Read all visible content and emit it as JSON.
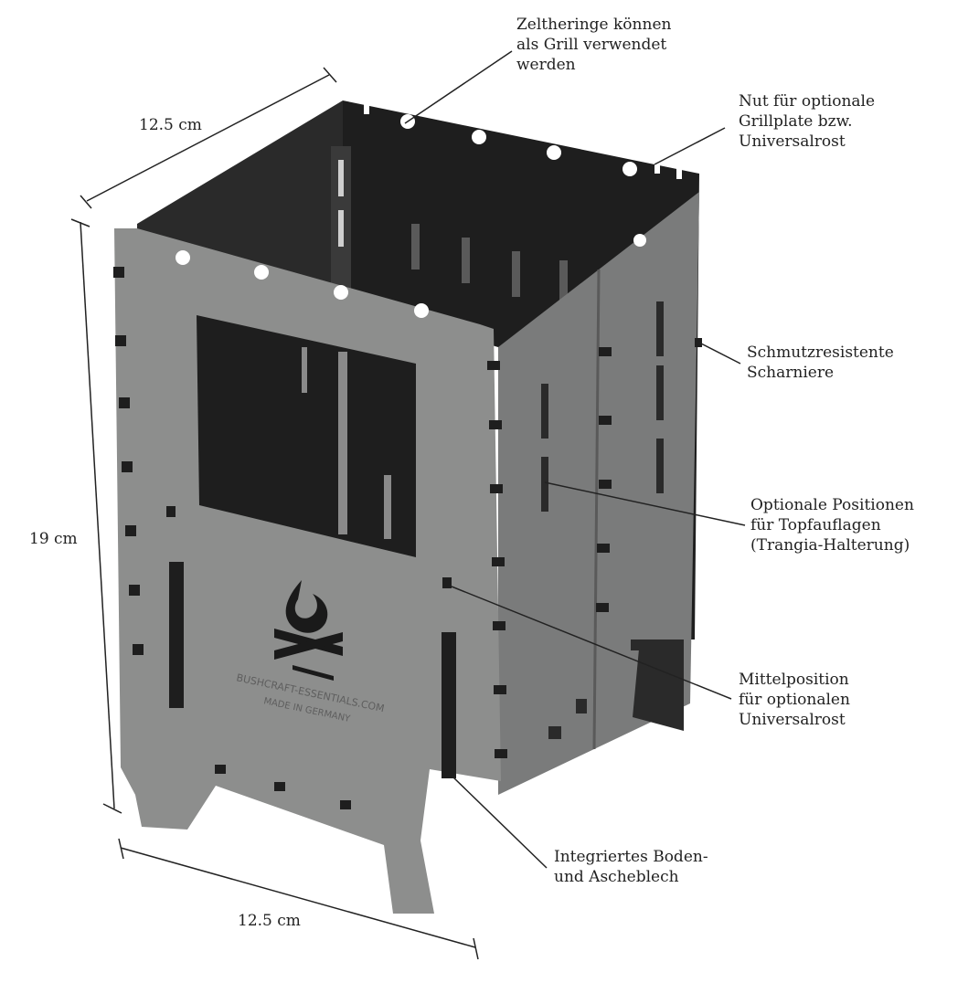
{
  "colors": {
    "steel_front": "#8d8e8d",
    "steel_side": "#7a7b7b",
    "steel_dark": "#1e1e1e",
    "steel_mid": "#4a4a4a",
    "line": "#222222",
    "text": "#222222"
  },
  "dimensions": {
    "depth": "12.5 cm",
    "height": "19 cm",
    "width": "12.5 cm"
  },
  "stove": {
    "engraving_brand": "BUSHCRAFT-ESSENTIALS.COM",
    "engraving_origin": "MADE IN GERMANY",
    "logo_icon": "campfire-flame-icon"
  },
  "annotations": [
    {
      "id": "tent-pegs",
      "lines": [
        "Zeltheringe können",
        "als Grill verwendet",
        "werden"
      ]
    },
    {
      "id": "groove",
      "lines": [
        "Nut für optionale",
        "Grillplate bzw.",
        "Universalrost"
      ]
    },
    {
      "id": "hinges",
      "lines": [
        "Schmutzresistente",
        "Scharniere"
      ]
    },
    {
      "id": "pot-positions",
      "lines": [
        "Optionale Positionen",
        "für Topfauflagen",
        "(Trangia-Halterung)"
      ]
    },
    {
      "id": "center-position",
      "lines": [
        "Mittelposition",
        "für optionalen",
        "Universalrost"
      ]
    },
    {
      "id": "ash-tray",
      "lines": [
        "Integriertes Boden-",
        "und Ascheblech"
      ]
    }
  ]
}
